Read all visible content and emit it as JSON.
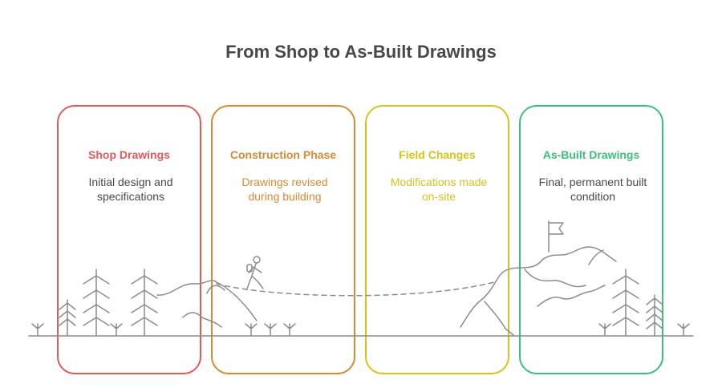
{
  "title": "From Shop to As-Built Drawings",
  "stages": [
    {
      "title": "Shop Drawings",
      "desc_lines": [
        "Initial design and",
        "specifications"
      ],
      "color": "#e05a5a",
      "text_color": "#484848"
    },
    {
      "title": "Construction Phase",
      "desc_lines": [
        "Drawings revised",
        "during building"
      ],
      "color": "#d98a35",
      "text_color": "#d98a35"
    },
    {
      "title": "Field Changes",
      "desc_lines": [
        "Modifications made",
        "on-site"
      ],
      "color": "#d9c21e",
      "text_color": "#d9c21e"
    },
    {
      "title": "As-Built Drawings",
      "desc_lines": [
        "Final, permanent built",
        "condition"
      ],
      "color": "#3cbf7c",
      "text_color": "#484848"
    }
  ],
  "illustration": {
    "icons": [
      "tree-icon",
      "hiker-icon",
      "mountain-icon",
      "flag-icon",
      "grass-icon"
    ],
    "line_color": "#8c8c8c"
  }
}
